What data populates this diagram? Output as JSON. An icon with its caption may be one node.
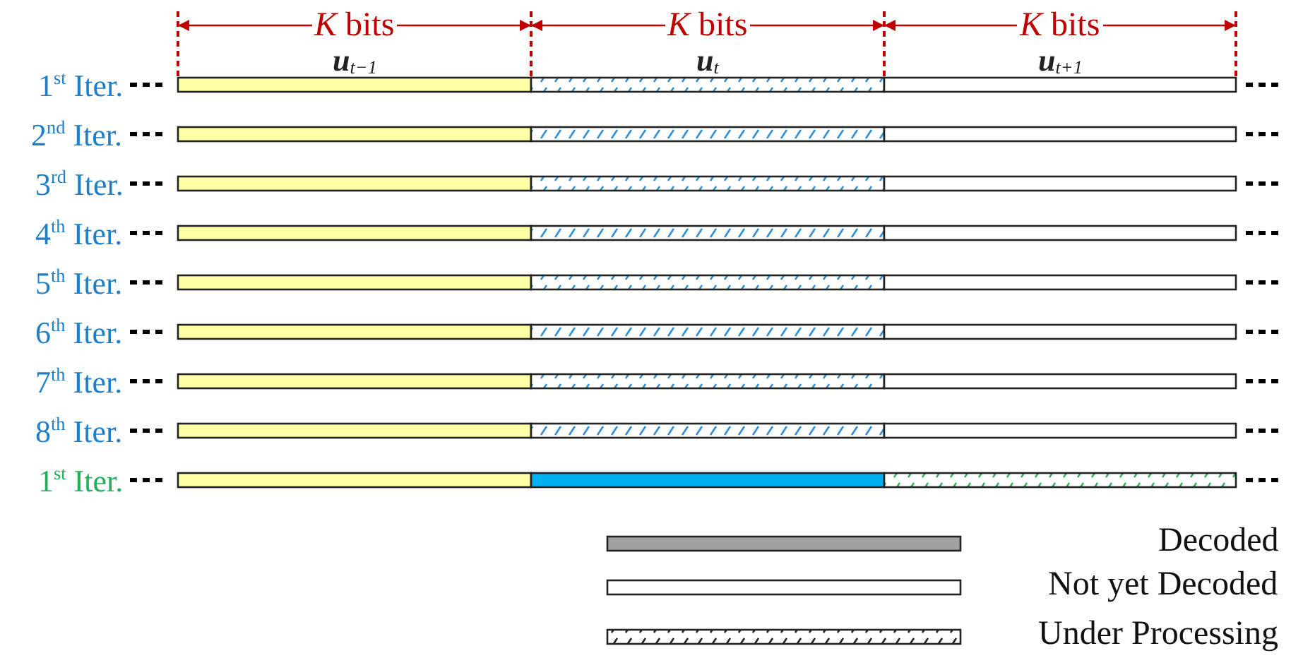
{
  "diagram": {
    "labels": [
      "*K* bits",
      "*K* bits",
      "*K* bits",
      "**u**$_{t−1}$",
      "**u**$_{t}$",
      "**u**$_{t+1}$",
      "1$^{st}$ Iter.",
      "2$^{nd}$ Iter.",
      "3$^{rd}$ Iter.",
      "4$^{th}$ Iter.",
      "5$^{th}$ Iter.",
      "6$^{th}$ Iter.",
      "7$^{th}$ Iter.",
      "8$^{th}$ Iter.",
      "1$^{st}$ Iter."
    ],
    "legend": [
      {
        "text": "Decoded",
        "color": "#a0a0a0"
      },
      {
        "text": "Not yet Decoded",
        "color": "#ffffff"
      },
      {
        "text": "Under Processing"
      }
    ]
  }
}
